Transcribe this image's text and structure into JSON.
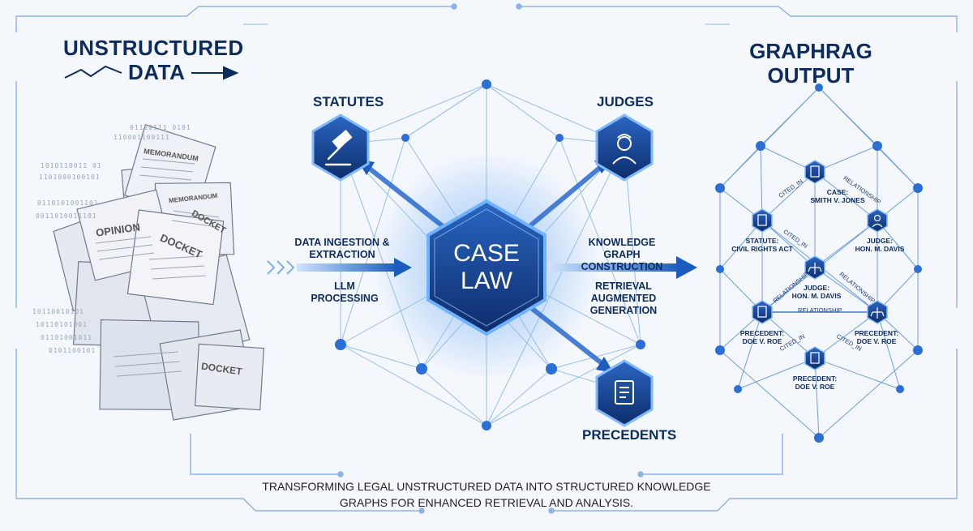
{
  "left_panel": {
    "title_line1": "UNSTRUCTURED",
    "title_line2": "DATA",
    "documents": [
      "MEMORANDUM",
      "MEMORANDUM",
      "OPINION",
      "DOCKET",
      "DOCKET",
      "DOCKET"
    ],
    "binary_rows": [
      "01110111 0101",
      "110001100111",
      "1010110011 01",
      "1101000100101",
      "0110101001101",
      "0011010011101",
      "10110010101",
      "10110101001",
      "01101001011",
      "0101100101"
    ]
  },
  "flow_left": {
    "step1": "DATA INGESTION & EXTRACTION",
    "step2": "LLM PROCESSING"
  },
  "center": {
    "hub_line1": "CASE",
    "hub_line2": "LAW",
    "statutes": "STATUTES",
    "judges": "JUDGES",
    "precedents": "PRECEDENTS",
    "icons": [
      "gavel-icon",
      "judge-icon",
      "scroll-icon"
    ]
  },
  "flow_right": {
    "step1": "KNOWLEDGE GRAPH CONSTRUCTION",
    "step2": "RETRIEVAL AUGMENTED GENERATION"
  },
  "right_panel": {
    "title_line1": "GRAPHRAG",
    "title_line2": "OUTPUT",
    "nodes": {
      "case": [
        "CASE:",
        "SMITH V. JONES"
      ],
      "statute": [
        "STATUTE:",
        "CIVIL RIGHTS ACT"
      ],
      "judge_right": [
        "JUDGE:",
        "HON. M. DAVIS"
      ],
      "judge_center": [
        "JUDGE:",
        "HON. M. DAVIS"
      ],
      "precedent_left": [
        "PRECEDENT:",
        "DOE V. ROE"
      ],
      "precedent_right": [
        "PRECEDENT:",
        "DOE V. ROE"
      ],
      "precedent_bottom": [
        "PRECEDENT:",
        "DOE V. ROE"
      ]
    },
    "edges": {
      "e1": "CITED_IN",
      "e2": "RELATIONSHIP",
      "e3": "CITED_IN",
      "e4": "RELATIONSHIP",
      "e5": "RELATIONSHIP",
      "e6": "RELATIONSHIP",
      "e7": "CITED_IN",
      "e8": "CITED_IN"
    }
  },
  "caption": {
    "line1": "TRANSFORMING LEGAL UNSTRUCTURED DATA INTO STRUCTURED KNOWLEDGE",
    "line2": "GRAPHS FOR ENHANCED RETRIEVAL AND ANALYSIS."
  },
  "colors": {
    "navy": "#0d2c5e",
    "accent": "#2f7be0",
    "glow": "#9cc8ff",
    "node": "#1a4f9c"
  }
}
